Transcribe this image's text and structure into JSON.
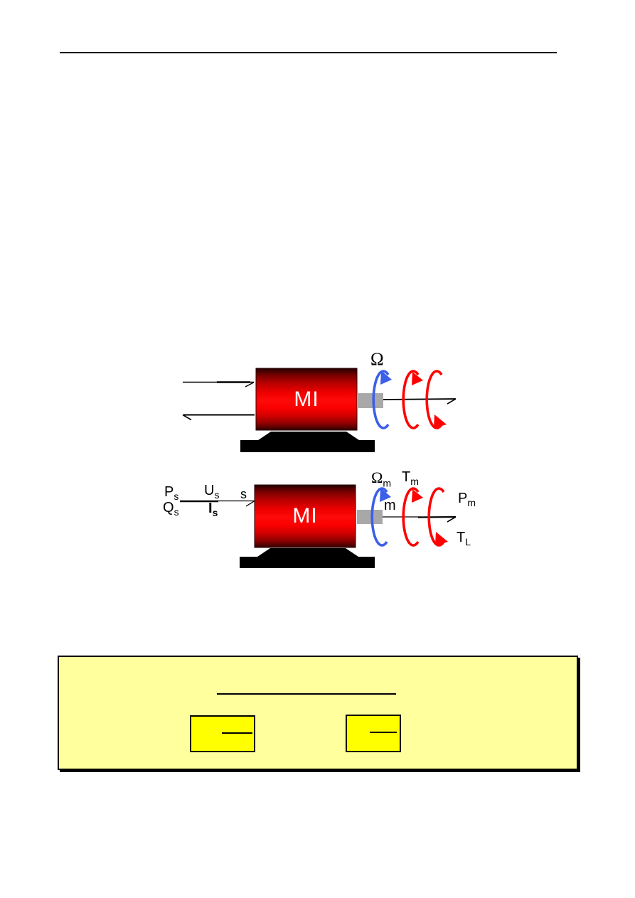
{
  "page": {
    "type": "document-page-with-motor-diagrams",
    "header_rule": true
  },
  "colors": {
    "page_background": "#ffffff",
    "rule_black": "#000000",
    "motor_red_bright": "#ff0000",
    "motor_red_dark": "#4a0000",
    "motor_label_white": "#ffffff",
    "shaft_gray": "#a8a8a8",
    "rotation_blue": "#3c5fe8",
    "rotation_red": "#ff0000",
    "base_black": "#000000",
    "panel_fill": "#ffff9e",
    "panel_border": "#000000",
    "formula_box_fill": "#ffff00"
  },
  "diagram_simple": {
    "motor_label": "MI",
    "speed_symbol": "Ω"
  },
  "diagram_detailed": {
    "motor_label": "MI",
    "input_labels": {
      "active_power": {
        "base": "P",
        "sub": "s"
      },
      "reactive_power": {
        "base": "Q",
        "sub": "s"
      },
      "voltage": {
        "base": "U",
        "sub": "s"
      },
      "current": {
        "base": "I",
        "sub": "s"
      },
      "stator_index": "s"
    },
    "shaft_labels": {
      "speed": {
        "base": "Ω",
        "sub": "m"
      },
      "motor_torque": {
        "base": "T",
        "sub": "m"
      },
      "shaft_index": "m",
      "mechanical_power": {
        "base": "P",
        "sub": "m"
      },
      "load_torque": {
        "base": "T",
        "sub": "L"
      }
    }
  },
  "icons": {
    "rotation_arrow_blue": "curved-rotation-arrow",
    "rotation_arrow_red": "curved-rotation-arrow",
    "line_arrow": "tick-head-arrow"
  }
}
